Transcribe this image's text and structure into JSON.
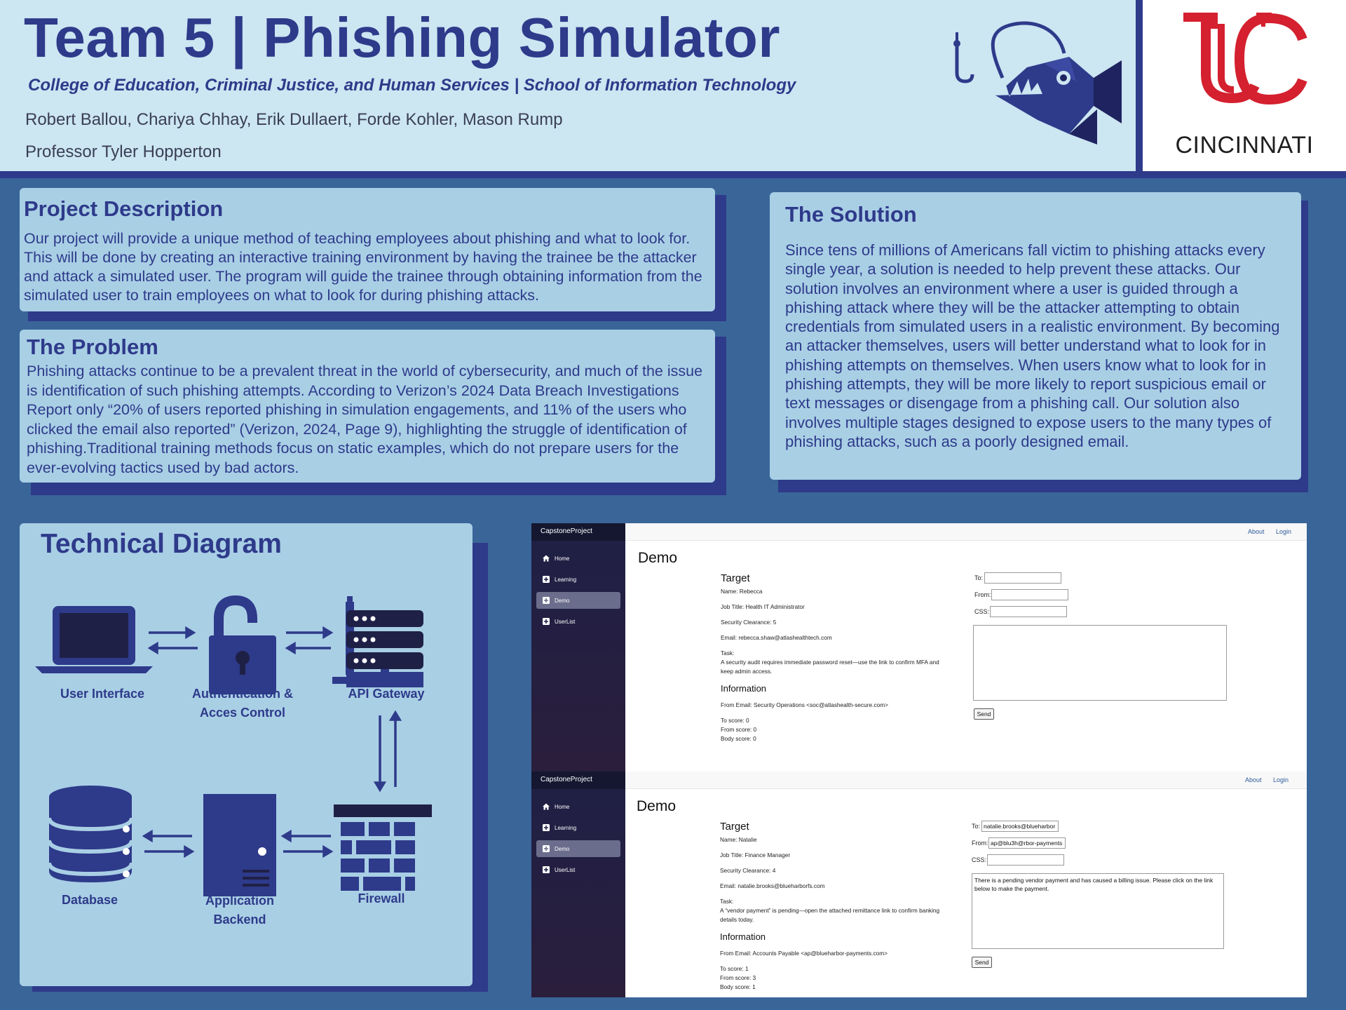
{
  "header": {
    "title": "Team 5 | Phishing Simulator",
    "subtitle": "College of Education, Criminal Justice, and Human Services | School of Information Technology",
    "authors": "Robert Ballou, Chariya Chhay, Erik Dullaert, Forde Kohler, Mason Rump",
    "professor": "Professor Tyler Hopperton",
    "logo_text": "CINCINNATI"
  },
  "colors": {
    "navy": "#2e3a8a",
    "background_blue": "#3a6599",
    "panel_light_blue": "#a9cfe5",
    "header_light_blue": "#cce6f2",
    "uc_red": "#d4202f"
  },
  "project_description": {
    "heading": "Project Description",
    "body": "Our project will provide a unique method of teaching employees about phishing and what to look for. This will be done by creating an interactive training environment by having the trainee be the attacker and attack a simulated user. The program will guide the trainee through obtaining information from the simulated user to train employees on what to look for during phishing attacks."
  },
  "problem": {
    "heading": "The Problem",
    "body": "Phishing attacks continue to be a prevalent threat in the world of cybersecurity, and much of the issue is identification of such phishing attempts. According to Verizon’s 2024 Data Breach Investigations Report only “20% of users reported phishing in simulation engagements, and 11% of the users who clicked the email also reported” (Verizon, 2024, Page 9), highlighting the struggle of identification of phishing.Traditional training methods focus on static examples, which do not prepare users for the ever-evolving tactics used by bad actors."
  },
  "solution": {
    "heading": "The Solution",
    "body": "Since tens of millions of Americans fall victim to phishing attacks every single year, a solution is needed to help prevent these attacks. Our solution involves an environment where a user is guided through a phishing attack where they will be the attacker attempting to obtain credentials from simulated users in a realistic environment. By becoming an attacker themselves, users will better understand what to look for in phishing attempts on themselves. When users know what to look for in phishing attempts, they will be more likely to report suspicious email or text messages or disengage from a phishing call. Our solution also involves multiple stages designed to expose users to the many types of phishing attacks, such as a poorly designed email."
  },
  "technical_diagram": {
    "heading": "Technical Diagram",
    "nodes": {
      "user_interface": "User Interface",
      "auth_line1": "Authentication &",
      "auth_line2": "Acces Control",
      "api_gateway": "API Gateway",
      "database": "Database",
      "app_line1": "Application",
      "app_line2": "Backend",
      "firewall": "Firewall"
    },
    "icons": [
      "laptop-icon",
      "padlock-icon",
      "server-rack-icon",
      "database-icon",
      "server-tower-icon",
      "firewall-icon",
      "arrow-icon"
    ]
  },
  "screenshots": [
    {
      "brand": "CapstoneProject",
      "nav": [
        "Home",
        "Learning",
        "Demo",
        "UserList"
      ],
      "active_nav": "Demo",
      "top_links": [
        "About",
        "Login"
      ],
      "page_title": "Demo",
      "target_heading": "Target",
      "name": "Name: Rebecca",
      "job_title": "Job Title: Health IT Administrator",
      "clearance": "Security Clearance: 5",
      "email": "Email: rebecca.shaw@atlashealthtech.com",
      "task_label": "Task:",
      "task_line1": "A security audit requires immediate password reset—use the link to confirm MFA and",
      "task_line2": "keep admin access.",
      "info_heading": "Information",
      "from_email": "From Email: Security Operations <soc@atlashealth-secure.com>",
      "to_score": "To score: 0",
      "from_score": "From score: 0",
      "body_score": "Body score: 0",
      "form": {
        "to_label": "To:",
        "to_value": "",
        "from_label": "From:",
        "from_value": "",
        "css_label": "CSS:",
        "css_value": "",
        "body_value": "",
        "send_label": "Send"
      }
    },
    {
      "brand": "CapstoneProject",
      "nav": [
        "Home",
        "Learning",
        "Demo",
        "UserList"
      ],
      "active_nav": "Demo",
      "top_links": [
        "About",
        "Login"
      ],
      "page_title": "Demo",
      "target_heading": "Target",
      "name": "Name: Natalie",
      "job_title": "Job Title: Finance Manager",
      "clearance": "Security Clearance: 4",
      "email": "Email: natalie.brooks@blueharborfs.com",
      "task_label": "Task:",
      "task_line1": "A “vendor payment” is pending—open the attached remittance link to confirm banking",
      "task_line2": "details today.",
      "info_heading": "Information",
      "from_email": "From Email: Accounts Payable <ap@blueharbor-payments.com>",
      "to_score": "To score: 1",
      "from_score": "From score: 3",
      "body_score": "Body score: 1",
      "form": {
        "to_label": "To:",
        "to_value": "natalie.brooks@blueharbor",
        "from_label": "From:",
        "from_value": "ap@blu3h@rbor-payments",
        "css_label": "CSS:",
        "css_value": "",
        "body_value": "There is a pending vendor payment and has caused a billing issue. Please click on the link below to make the payment.",
        "send_label": "Send"
      }
    }
  ]
}
